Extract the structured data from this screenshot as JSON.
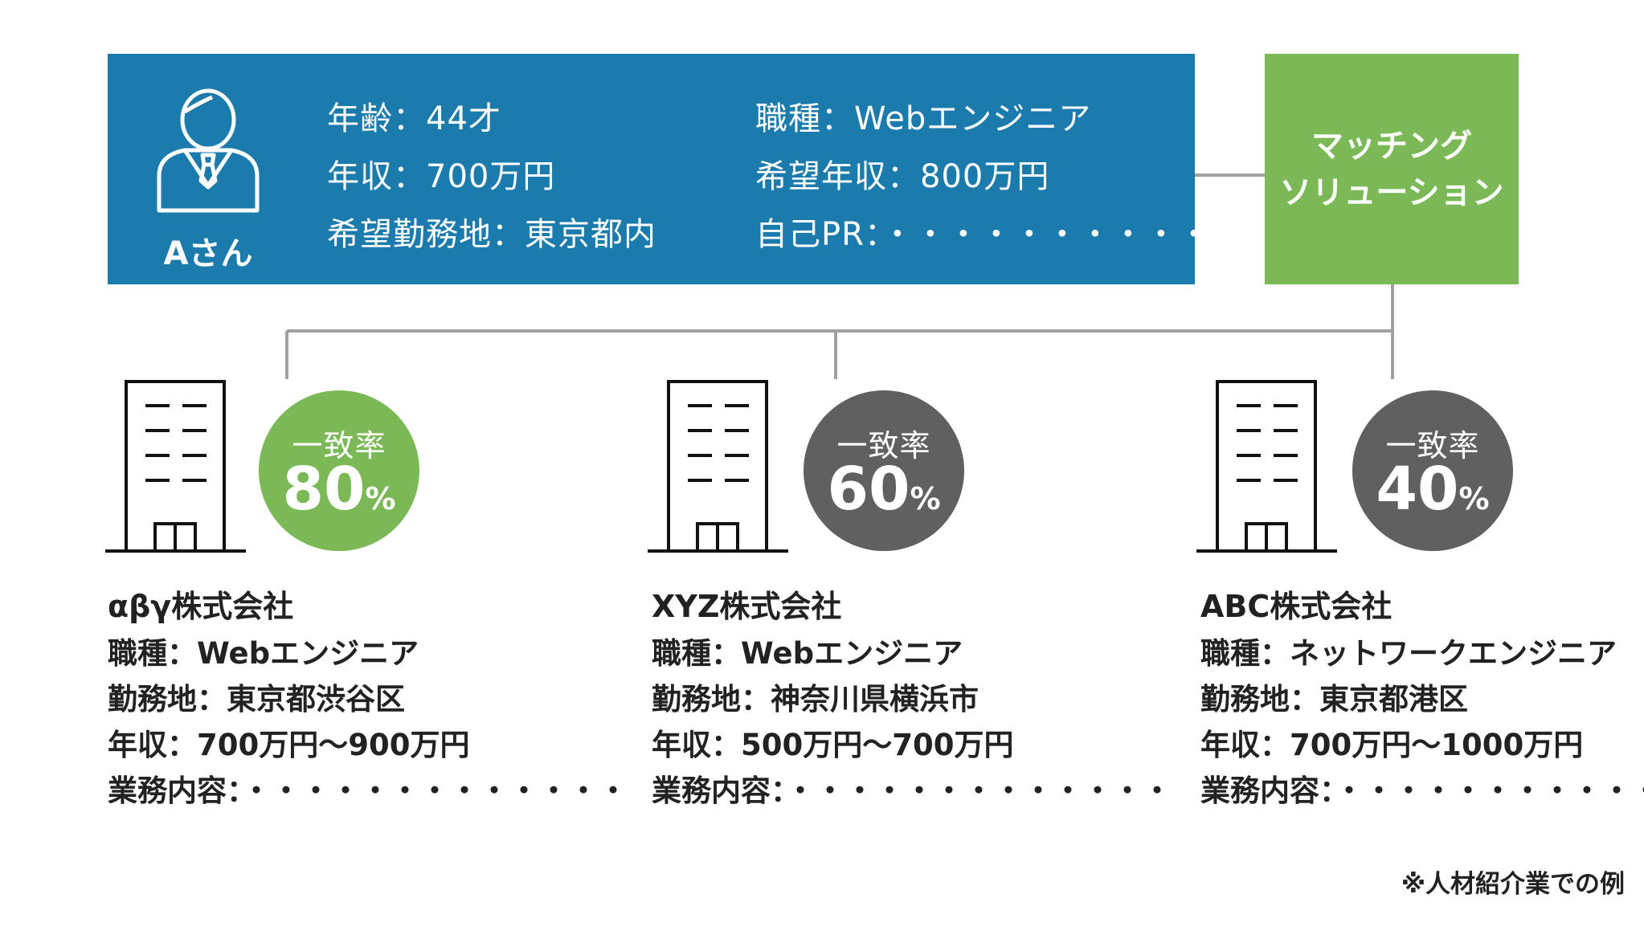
{
  "applicant": {
    "name": "Aさん",
    "age": "年齢：44才",
    "income": "年収：700万円",
    "desired_location": "希望勤務地：東京都内",
    "job_type": "職種：Webエンジニア",
    "desired_income": "希望年収：800万円",
    "self_pr": "自己PR：・・・・・・・・・・・"
  },
  "matching": {
    "line1": "マッチング",
    "line2": "ソリューション"
  },
  "companies": [
    {
      "name": "αβγ株式会社",
      "match_label": "一致率",
      "match_value": "80",
      "match_unit": "%",
      "badge_color": "#7ab955",
      "job_type": "職種：Webエンジニア",
      "location": "勤務地：東京都渋谷区",
      "income": "年収：700万円～900万円",
      "duties": "業務内容：・・・・・・・・・・・・・"
    },
    {
      "name": "XYZ株式会社",
      "match_label": "一致率",
      "match_value": "60",
      "match_unit": "%",
      "badge_color": "#606060",
      "job_type": "職種：Webエンジニア",
      "location": "勤務地：神奈川県横浜市",
      "income": "年収：500万円～700万円",
      "duties": "業務内容：・・・・・・・・・・・・・"
    },
    {
      "name": "ABC株式会社",
      "match_label": "一致率",
      "match_value": "40",
      "match_unit": "%",
      "badge_color": "#606060",
      "job_type": "職種：ネットワークエンジニア",
      "location": "勤務地：東京都港区",
      "income": "年収：700万円～1000万円",
      "duties": "業務内容：・・・・・・・・・・・・・"
    }
  ],
  "footnote": "※人材紹介業での例",
  "colors": {
    "profile_bg": "#1b7bad",
    "matching_bg": "#7ab955",
    "badge_gray": "#606060",
    "connector": "#a0a0a0"
  }
}
